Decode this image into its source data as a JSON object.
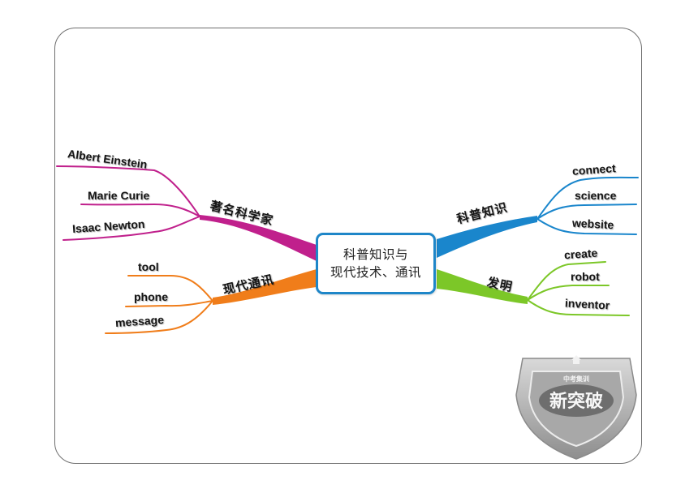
{
  "center": {
    "line1": "科普知识与",
    "line2": "现代技术、通讯"
  },
  "branches": {
    "scientists": {
      "label": "著名科学家",
      "color": "#c0208c",
      "items": [
        "Albert Einstein",
        "Marie Curie",
        "Isaac Newton"
      ]
    },
    "communication": {
      "label": "现代通讯",
      "color": "#f07d1a",
      "items": [
        "tool",
        "phone",
        "message"
      ]
    },
    "science": {
      "label": "科普知识",
      "color": "#1a86cc",
      "items": [
        "connect",
        "science",
        "website"
      ]
    },
    "invention": {
      "label": "发明",
      "color": "#7cc728",
      "items": [
        "create",
        "robot",
        "inventor"
      ]
    }
  },
  "badge": {
    "title": "新突破",
    "subtitle": "中考集训"
  }
}
